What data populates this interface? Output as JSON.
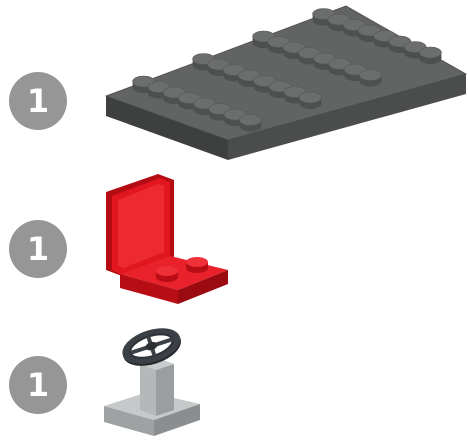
{
  "parts": [
    {
      "quantity": "1",
      "icon": "dark-gray-plate-4x8-icon",
      "color": "#5a5c5a"
    },
    {
      "quantity": "1",
      "icon": "red-minifig-seat-icon",
      "color": "#e0141b"
    },
    {
      "quantity": "1",
      "icon": "steering-wheel-on-gray-bracket-icon",
      "color": "#aeb1b2"
    }
  ]
}
